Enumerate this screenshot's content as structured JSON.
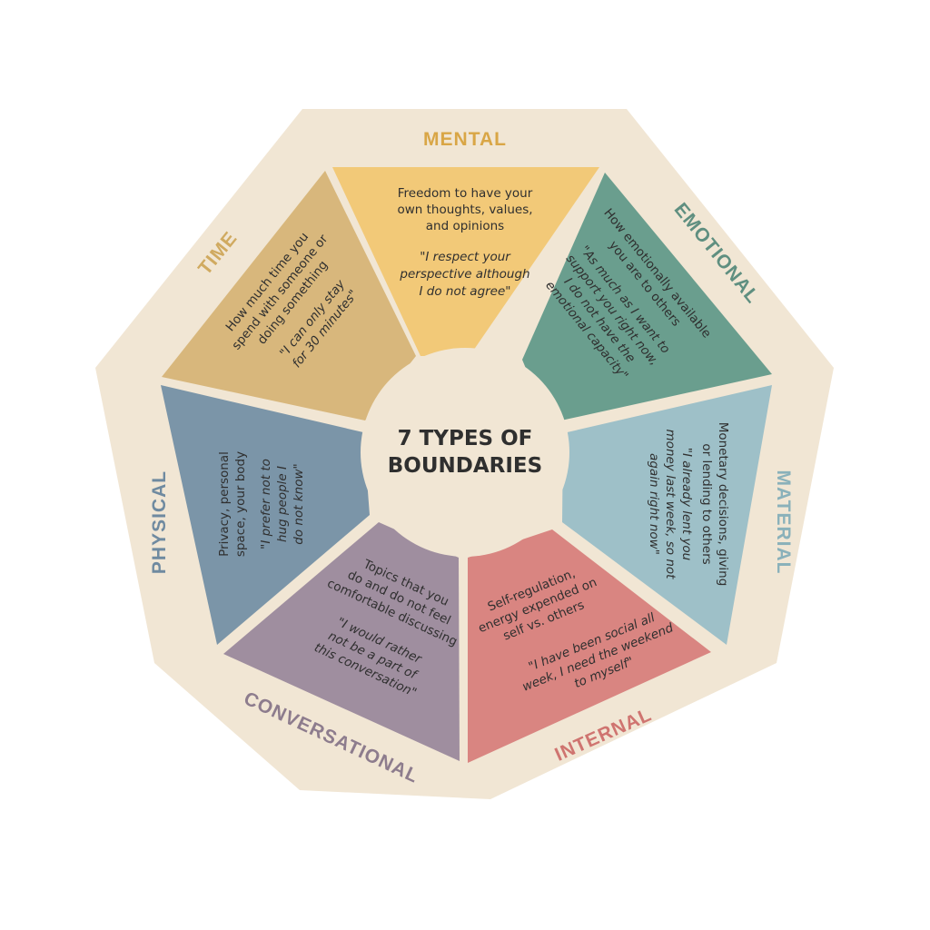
{
  "center": {
    "line1": "7 TYPES OF",
    "line2": "BOUNDARIES"
  },
  "colors": {
    "background": "#ffffff",
    "octagon": "#f1e6d4",
    "mental": "#f2c978",
    "emotional": "#6a9e8e",
    "material": "#9ec0c8",
    "internal": "#d98581",
    "conversational": "#9f8e9f",
    "physical": "#7b95a8",
    "time": "#d8b77c"
  },
  "sections": [
    {
      "key": "mental",
      "title": "MENTAL",
      "title_color": "#d9a646",
      "description": [
        "Freedom to have your",
        "own thoughts, values,",
        "and opinions"
      ],
      "quote": [
        "\"I respect your",
        "perspective although",
        "I do not agree\""
      ]
    },
    {
      "key": "emotional",
      "title": "EMOTIONAL",
      "title_color": "#5f8f80",
      "description": [
        "How emotionally available",
        "you are to others"
      ],
      "quote": [
        "\"As much as I want to",
        "support you right now,",
        "I do not have the",
        "emotional capacity\""
      ]
    },
    {
      "key": "material",
      "title": "MATERIAL",
      "title_color": "#8ab1ba",
      "description": [
        "Monetary decisions, giving",
        "or lending to others"
      ],
      "quote": [
        "\"I already lent you",
        "money last week, so not",
        "again right now\""
      ]
    },
    {
      "key": "internal",
      "title": "INTERNAL",
      "title_color": "#cf7470",
      "description": [
        "Self-regulation,",
        "energy expended on",
        "self vs. others"
      ],
      "quote": [
        "\"I have been social all",
        "week, I need the weekend",
        "to myself\""
      ]
    },
    {
      "key": "conversational",
      "title": "CONVERSATIONAL",
      "title_color": "#8d7c8d",
      "description": [
        "Topics that you",
        "do and do not feel",
        "comfortable discussing"
      ],
      "quote": [
        "\"I would rather",
        "not be a part of",
        "this conversation\""
      ]
    },
    {
      "key": "physical",
      "title": "PHYSICAL",
      "title_color": "#6f8aa0",
      "description": [
        "Privacy, personal",
        "space, your body"
      ],
      "quote": [
        "\"I prefer not to",
        "hug people I",
        "do not know\""
      ]
    },
    {
      "key": "time",
      "title": "TIME",
      "title_color": "#d0aa60",
      "description": [
        "How much time you",
        "spend with someone or",
        "doing something"
      ],
      "quote": [
        "\"I can only stay",
        "for 30 minutes\""
      ]
    }
  ]
}
